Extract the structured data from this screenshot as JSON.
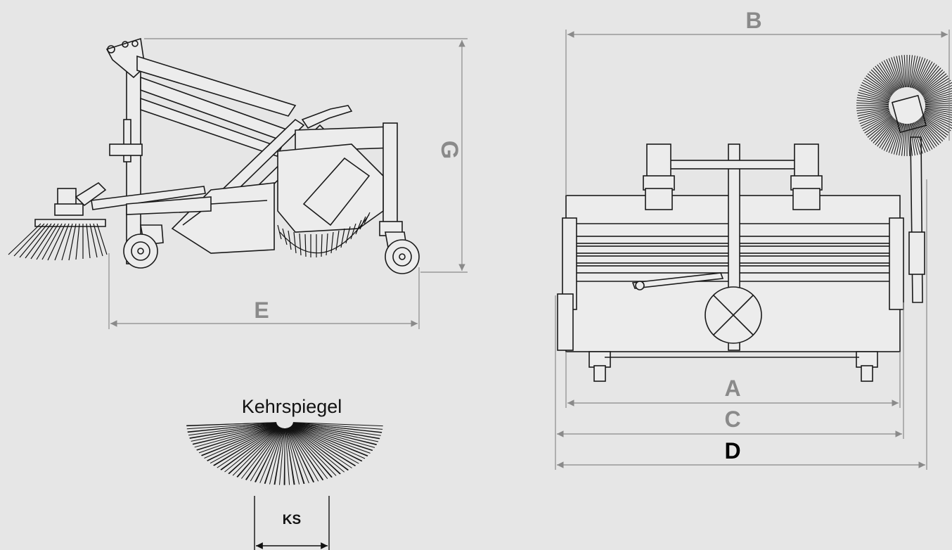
{
  "dimensions": {
    "A": "A",
    "B": "B",
    "C": "C",
    "D": "D",
    "E": "E",
    "G": "G"
  },
  "sweep_pattern": {
    "title": "Kehrspiegel",
    "width_label": "KS"
  },
  "colors": {
    "background": "#e6e6e6",
    "line": "#1a1a1a",
    "dimension_line": "#8a8a8a",
    "dimension_text": "#8a8a8a",
    "dimension_text_emphasis": "#000000"
  }
}
